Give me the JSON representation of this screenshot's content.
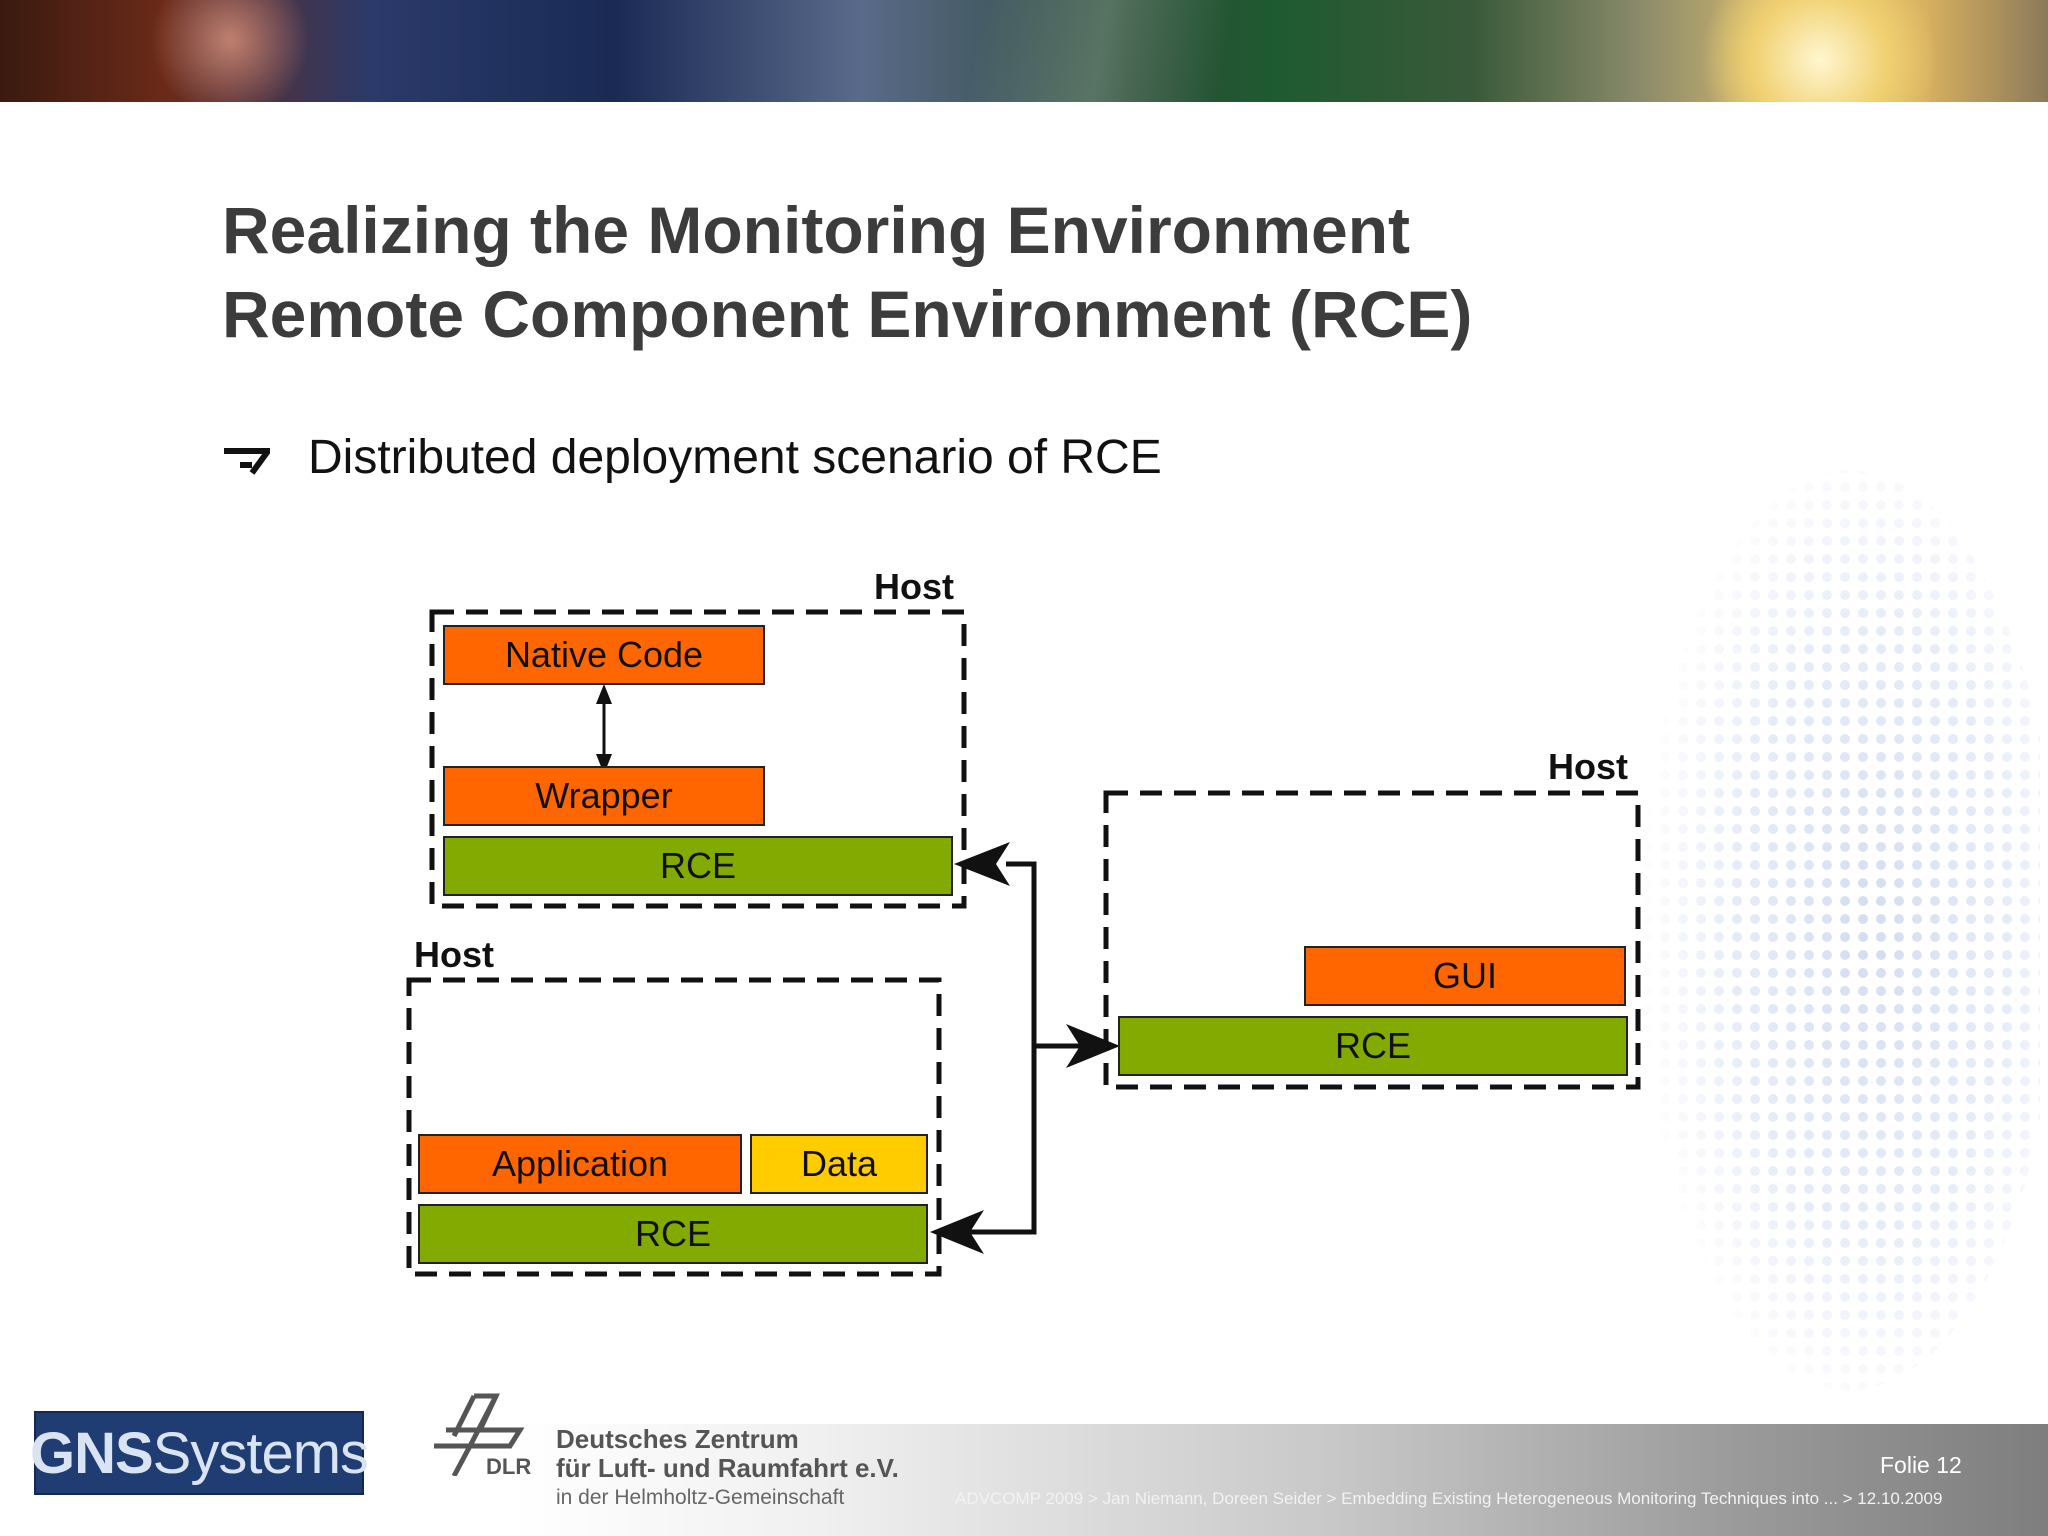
{
  "slide": {
    "title": "Realizing the Monitoring Environment",
    "subtitle": "Remote Component Environment (RCE)",
    "bullet": "Distributed deployment scenario of RCE"
  },
  "diagram": {
    "host_label": "Host",
    "host1": {
      "native_code": "Native Code",
      "wrapper": "Wrapper",
      "rce": "RCE"
    },
    "host2": {
      "application": "Application",
      "data": "Data",
      "rce": "RCE"
    },
    "host3": {
      "gui": "GUI",
      "rce": "RCE"
    },
    "colors": {
      "orange": "#ff6600",
      "green": "#82aa00",
      "yellow": "#ffcc00"
    }
  },
  "footer": {
    "gns_logo_part1": "GNS",
    "gns_logo_part2": "Systems",
    "dlr_abbr": "DLR",
    "dlr_name_line1": "Deutsches Zentrum",
    "dlr_name_line2": "für Luft- und Raumfahrt e.V.",
    "dlr_name_line3": "in der Helmholtz-Gemeinschaft",
    "slide_number": "Folie 12",
    "credit_line": "ADVCOMP 2009 > Jan Niemann, Doreen Seider  > Embedding Existing Heterogeneous Monitoring Techniques into ...  > 12.10.2009"
  }
}
